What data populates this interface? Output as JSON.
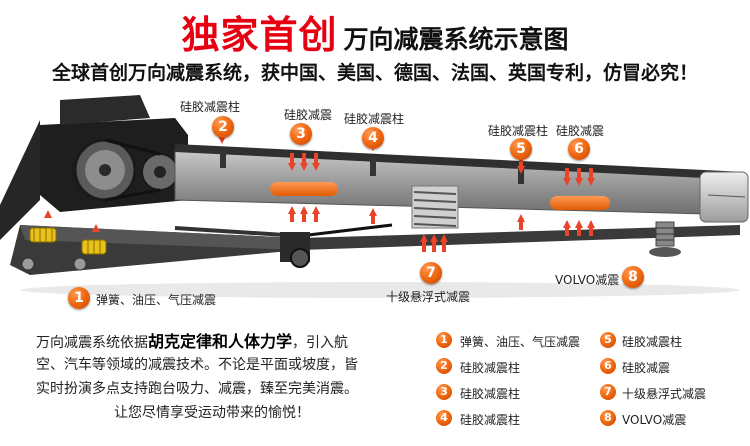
{
  "headline": {
    "red": "独家首创",
    "black": "万向减震系统示意图"
  },
  "subline": "全球首创万向减震系统，获中国、美国、德国、法国、英国专利，仿冒必究！",
  "callouts": [
    {
      "num": "2",
      "label": "硅胶减震柱"
    },
    {
      "num": "3",
      "label": "硅胶减震"
    },
    {
      "num": "4",
      "label": "硅胶减震柱"
    },
    {
      "num": "5",
      "label": "硅胶减震柱"
    },
    {
      "num": "6",
      "label": "硅胶减震"
    },
    {
      "num": "7",
      "label": "十级悬浮式减震"
    },
    {
      "num": "8",
      "label": "VOLVO减震"
    },
    {
      "num": "1",
      "label": "弹簧、油压、气压减震"
    }
  ],
  "description": {
    "line1_pre": "万向减震系统依据",
    "line1_bold": "胡克定律和人体力学",
    "line1_post": "，引入航",
    "line2": "空、汽车等领域的减震技术。不论是平面或坡度，皆",
    "line3": "实时扮演多点支持跑台吸力、减震，臻至完美消震。",
    "line4": "让您尽情享受运动带来的愉悦！"
  },
  "legend": [
    {
      "num": "1",
      "label": "弹簧、油压、气压减震"
    },
    {
      "num": "2",
      "label": "硅胶减震柱"
    },
    {
      "num": "3",
      "label": "硅胶减震柱"
    },
    {
      "num": "4",
      "label": "硅胶减震柱"
    },
    {
      "num": "5",
      "label": "硅胶减震柱"
    },
    {
      "num": "6",
      "label": "硅胶减震"
    },
    {
      "num": "7",
      "label": "十级悬浮式减震"
    },
    {
      "num": "8",
      "label": "VOLVO减震"
    }
  ],
  "colors": {
    "title_red": "#e60012",
    "badge_orange": "#f26b12",
    "arrow_red": "#e8442a",
    "deck_gray": "#8a8a8a",
    "dark": "#2a2a2a",
    "spring_yellow": "#e8c21a"
  }
}
